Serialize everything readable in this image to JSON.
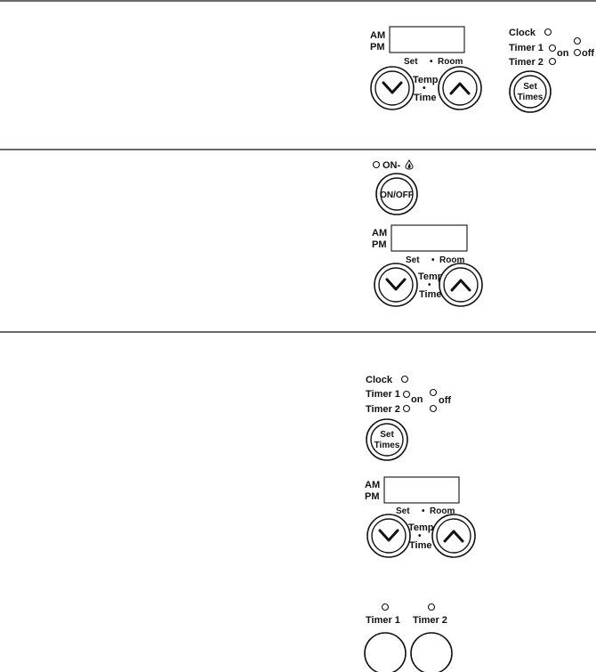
{
  "display": {
    "am": "AM",
    "pm": "PM",
    "set": "Set",
    "room": "Room",
    "temp": "Temp",
    "time": "Time",
    "dot": "•"
  },
  "timer_panel": {
    "clock": "Clock",
    "timer1": "Timer 1",
    "timer2": "Timer 2",
    "on": "on",
    "off": "off",
    "set_times_line1": "Set",
    "set_times_line2": "Times"
  },
  "power": {
    "indicator": "ON-",
    "button": "ON/OFF"
  },
  "timer_buttons": {
    "timer1": "Timer 1",
    "timer2": "Timer 2"
  },
  "icons": {
    "flame": "flame-icon",
    "down": "chevron-down-icon",
    "up": "chevron-up-icon"
  }
}
